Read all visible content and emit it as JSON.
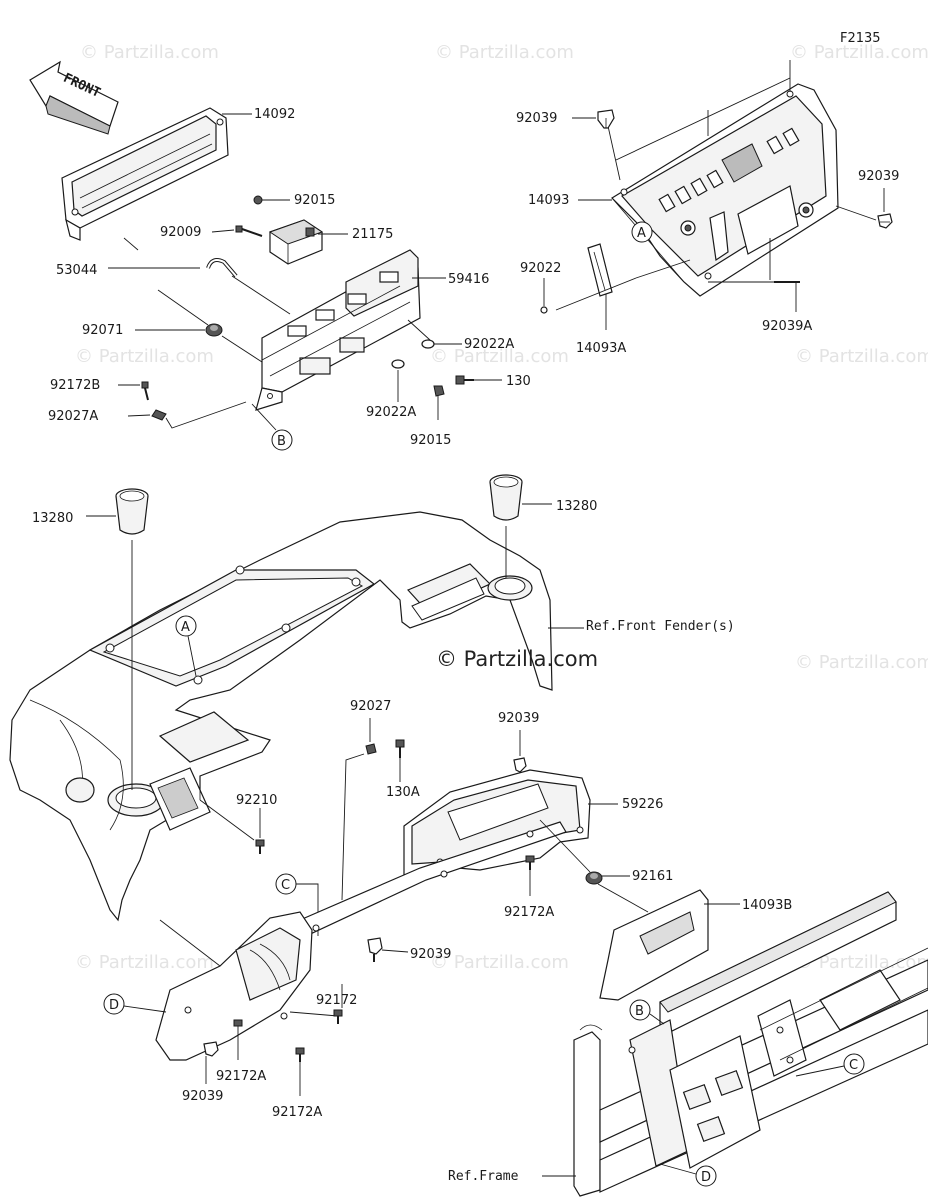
{
  "figure_code": "F2135",
  "front_arrow_label": "FRONT",
  "watermark_text": "© Partzilla.com",
  "center_watermark": "© Partzilla.com",
  "callouts": {
    "c14092": "14092",
    "c92015_top": "92015",
    "c92009": "92009",
    "c21175": "21175",
    "c59416": "59416",
    "c53044": "53044",
    "c92071": "92071",
    "c92022A_right": "92022A",
    "c130": "130",
    "c92172B": "92172B",
    "c92027A": "92027A",
    "c92022A_bottom": "92022A",
    "c92015_bottom": "92015",
    "c92039_top": "92039",
    "c14093": "14093",
    "c92039_right": "92039",
    "c92022": "92022",
    "c14093A": "14093A",
    "c92039A": "92039A",
    "c13280_left": "13280",
    "c13280_right": "13280",
    "ref_front_fender": "Ref.Front Fender(s)",
    "c92027": "92027",
    "c130A": "130A",
    "c92039_mid": "92039",
    "c59226": "59226",
    "c92210": "92210",
    "c92161": "92161",
    "c92172A_mid": "92172A",
    "c14093B": "14093B",
    "c92039_low": "92039",
    "c92172": "92172",
    "c92172A_left": "92172A",
    "c92039_bottom": "92039",
    "c92172A_bottom": "92172A",
    "ref_frame": "Ref.Frame"
  },
  "ref_markers": {
    "A_top": "A",
    "B_top": "B",
    "A_dash": "A",
    "C_mid": "C",
    "D_left": "D",
    "B_frame": "B",
    "C_frame": "C",
    "D_frame": "D"
  }
}
